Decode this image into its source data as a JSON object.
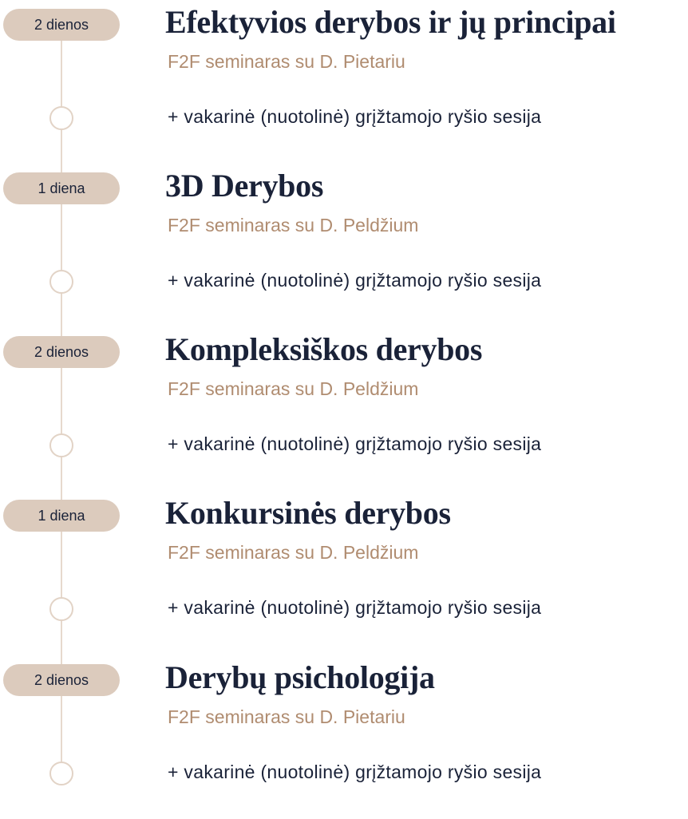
{
  "items": [
    {
      "duration": "2 dienos",
      "title": "Efektyvios derybos ir jų principai",
      "subtitle": "F2F seminaras su D. Pietariu",
      "extra": "+ vakarinė (nuotolinė) grįžtamojo ryšio sesija"
    },
    {
      "duration": "1 diena",
      "title": "3D Derybos",
      "subtitle": "F2F seminaras su D. Peldžium",
      "extra": "+ vakarinė (nuotolinė) grįžtamojo ryšio sesija"
    },
    {
      "duration": "2 dienos",
      "title": "Kompleksiškos derybos",
      "subtitle": "F2F seminaras su D. Peldžium",
      "extra": "+ vakarinė (nuotolinė) grįžtamojo ryšio sesija"
    },
    {
      "duration": "1 diena",
      "title": "Konkursinės derybos",
      "subtitle": "F2F seminaras su D. Peldžium",
      "extra": "+ vakarinė (nuotolinė) grįžtamojo ryšio sesija"
    },
    {
      "duration": "2 dienos",
      "title": "Derybų psichologija",
      "subtitle": "F2F seminaras su D. Pietariu",
      "extra": "+ vakarinė (nuotolinė) grįžtamojo ryšio sesija"
    }
  ],
  "colors": {
    "navy": "#1a2238",
    "accent": "#b08c70",
    "pill": "#dccbbd",
    "line": "#e6d9cd"
  }
}
